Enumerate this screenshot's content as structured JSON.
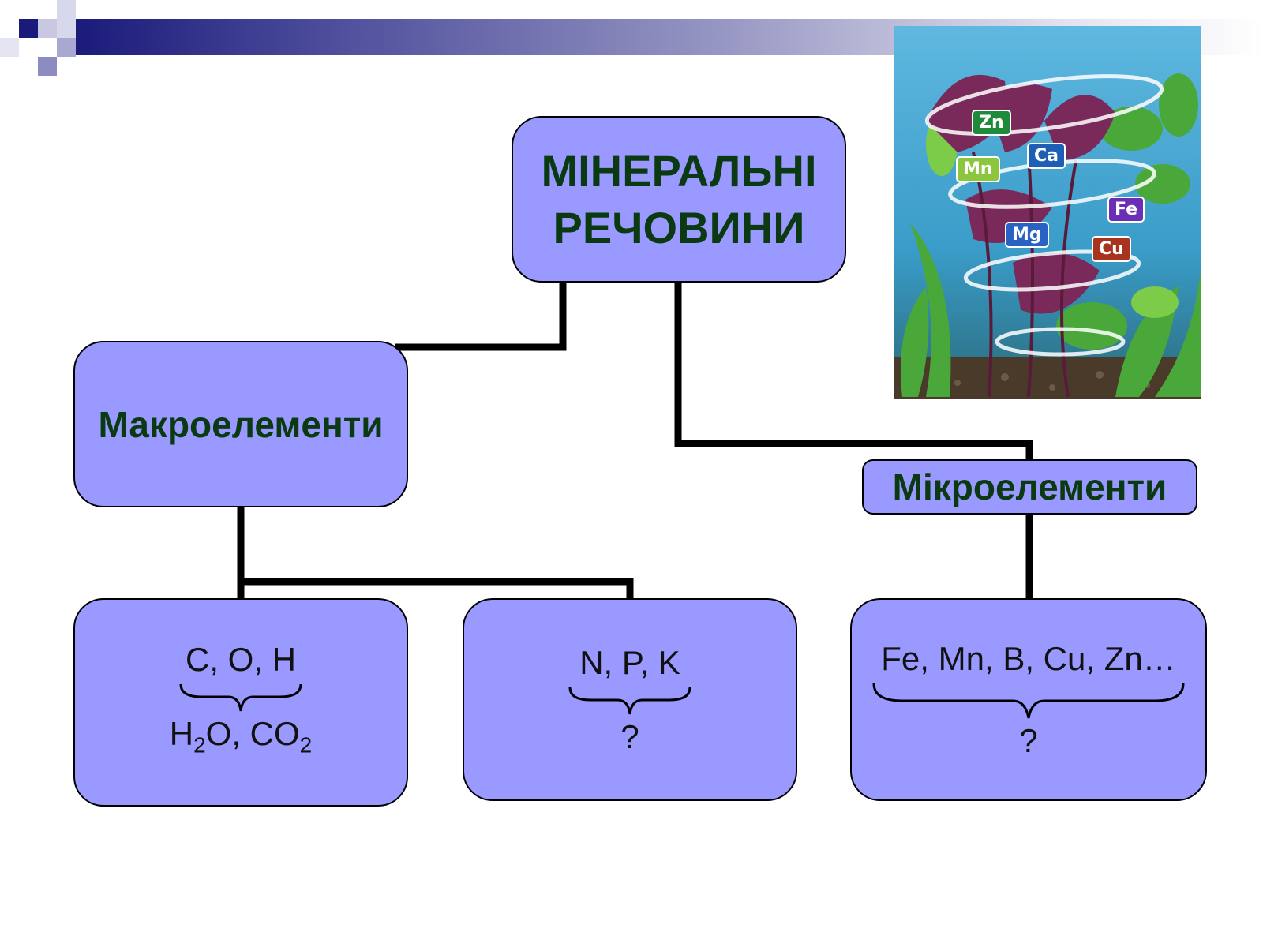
{
  "diagram": {
    "root": {
      "line1": "МІНЕРАЛЬНІ",
      "line2": "РЕЧОВИНИ"
    },
    "macro": {
      "label": "Макроелементи"
    },
    "micro": {
      "label": "Мікроелементи"
    },
    "leaf_con": {
      "elements": "C, O, H",
      "result_part1": "H",
      "result_sub1": "2",
      "result_part2": "O, CO",
      "result_sub2": "2"
    },
    "leaf_npk": {
      "elements": "N, P, K",
      "result": "?"
    },
    "leaf_micro": {
      "elements": "Fe, Mn, B, Cu, Zn…",
      "result": "?"
    }
  },
  "photo": {
    "badges": [
      {
        "symbol": "Zn",
        "color": "#1f8a3a"
      },
      {
        "symbol": "Ca",
        "color": "#1c5fb5"
      },
      {
        "symbol": "Mn",
        "color": "#8cc63e"
      },
      {
        "symbol": "Fe",
        "color": "#6a2fb5"
      },
      {
        "symbol": "Mg",
        "color": "#2a62c4"
      },
      {
        "symbol": "Cu",
        "color": "#a8341f"
      }
    ]
  },
  "colors": {
    "box_fill": "#9999ff",
    "title_green": "#0b3a12",
    "header_dark": "#1a1a7a"
  }
}
